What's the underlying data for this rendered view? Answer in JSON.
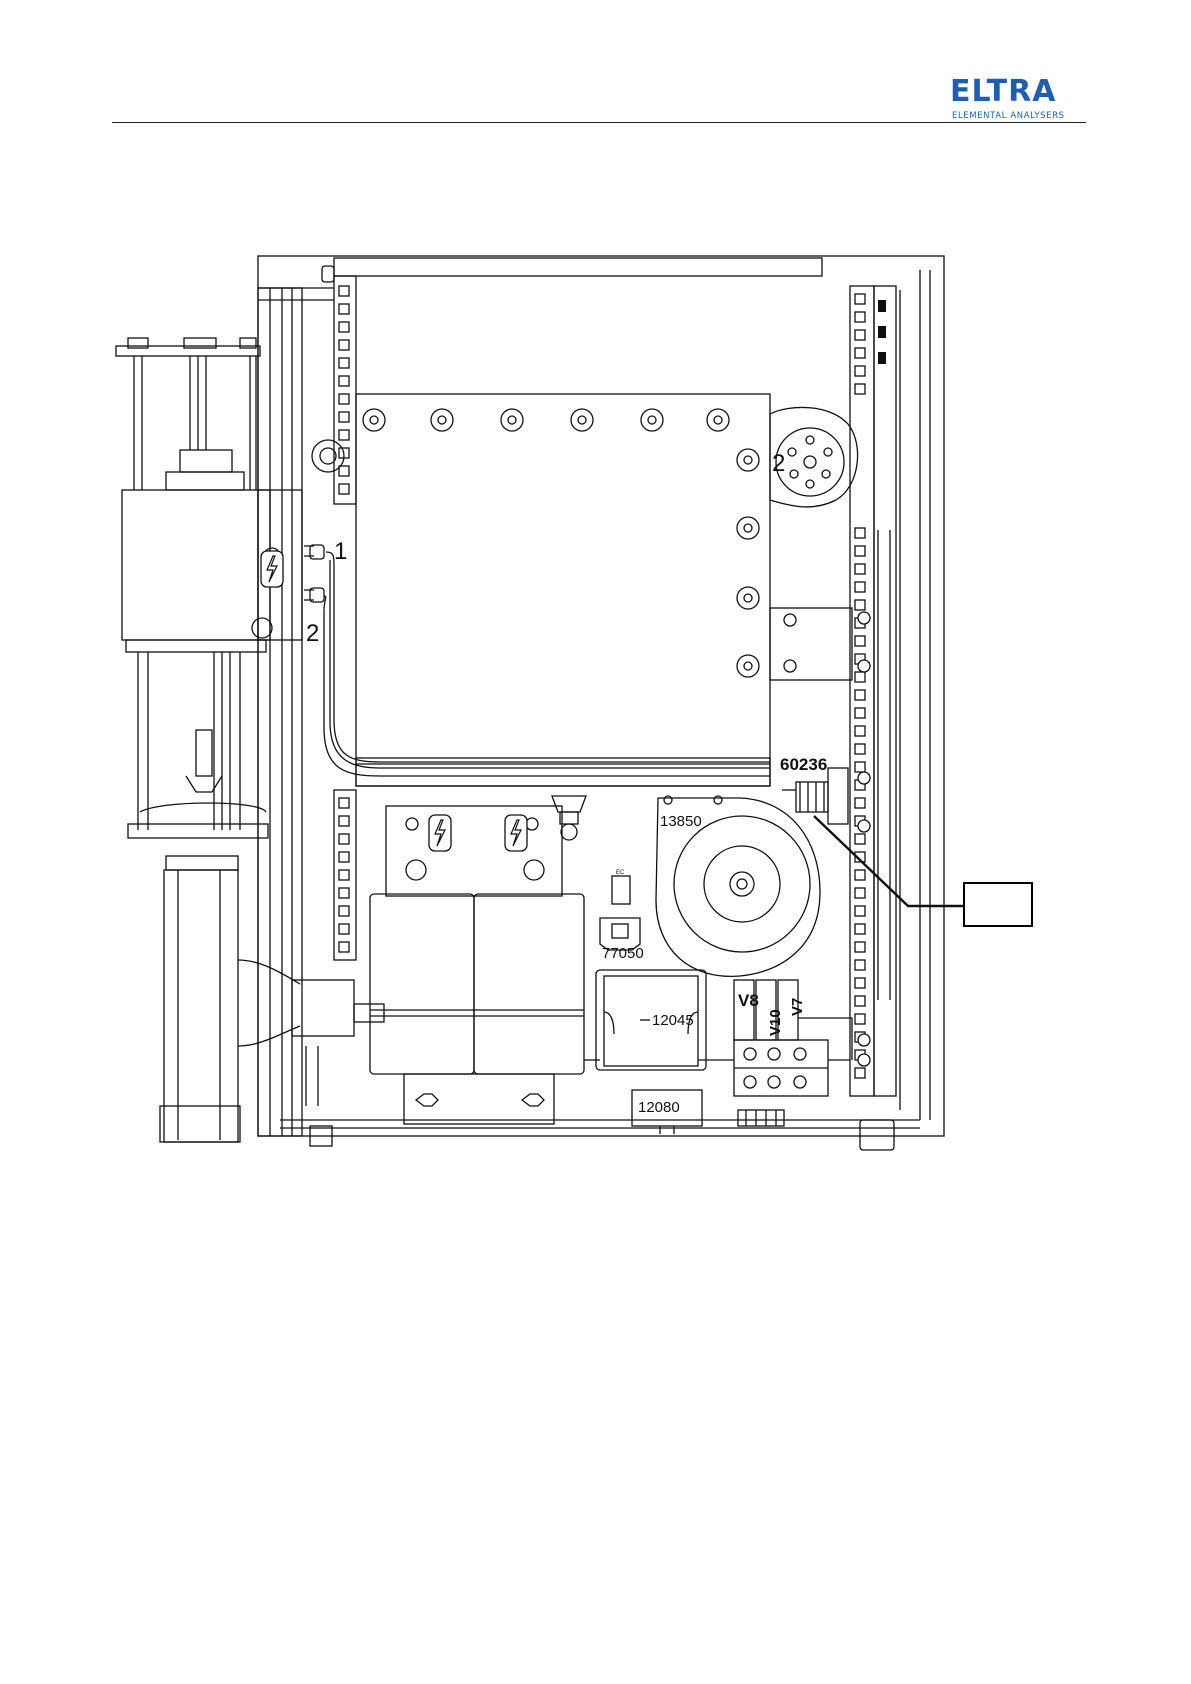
{
  "header": {
    "brand": "ELTRA",
    "brand_tagline": "ELEMENTAL ANALYSERS",
    "brand_color": "#1f5fae"
  },
  "diagram": {
    "labels": {
      "connector_1": "1",
      "connector_2": "2",
      "blower_2": "2",
      "part_60236": "60236",
      "part_13850": "13850",
      "part_77050": "77050",
      "part_12045": "12045",
      "part_12080": "12080",
      "valve_v8": "V8",
      "valve_v10": "V10",
      "valve_v7": "V7",
      "socket_tag": "EC"
    },
    "icons": [
      "high-voltage-icon",
      "high-voltage-icon",
      "high-voltage-icon"
    ],
    "callout_box_text": ""
  }
}
